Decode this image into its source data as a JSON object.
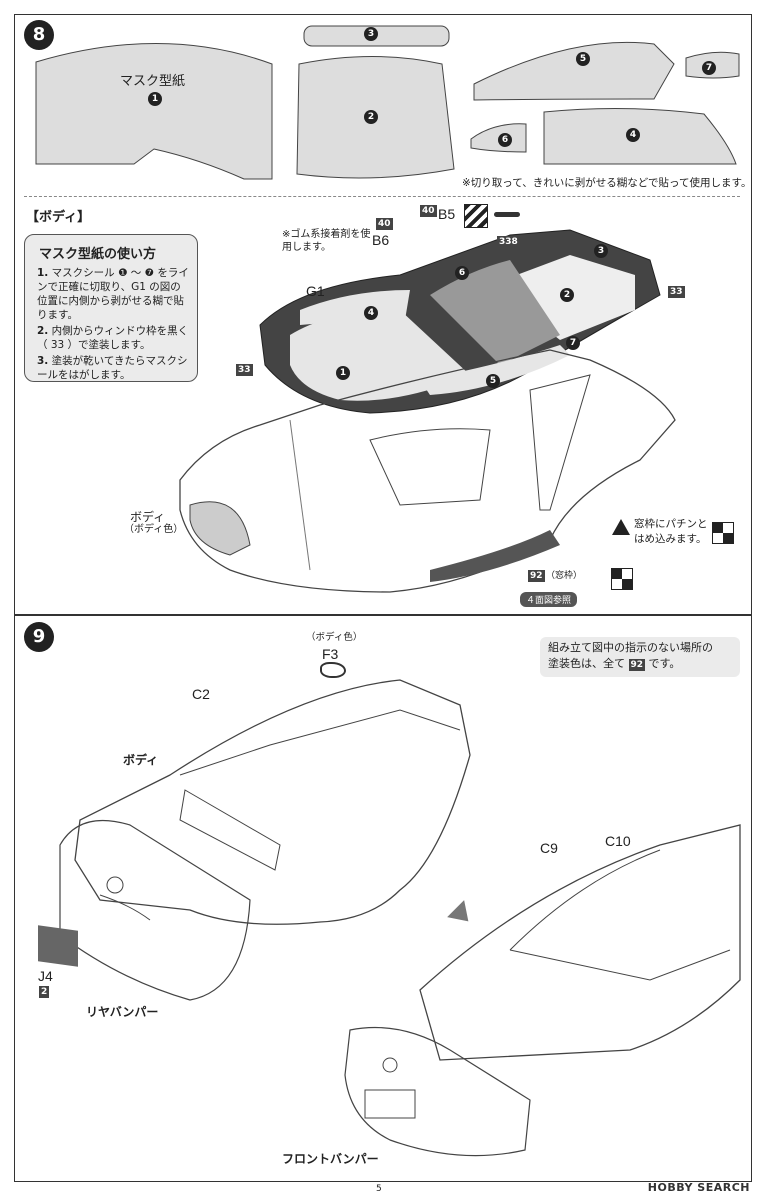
{
  "step8": {
    "number": "8",
    "mask_label": "マスク型紙",
    "pieces": [
      "1",
      "2",
      "3",
      "4",
      "5",
      "6",
      "7"
    ],
    "cut_note": "※切り取って、きれいに剥がせる糊などで貼って使用します。",
    "section_title": "【ボディ】",
    "howto": {
      "title": "マスク型紙の使い方",
      "steps": [
        {
          "n": "1.",
          "text": "マスクシール ❶ ～ ❼ をラインで正確に切取り、G1 の図の位置に内側から剥がせる糊で貼ります。"
        },
        {
          "n": "2.",
          "text": "内側からウィンドウ枠を黒く（ 33 ）で塗装します。"
        },
        {
          "n": "3.",
          "text": "塗装が乾いてきたらマスクシールをはがします。"
        }
      ]
    },
    "glue_note": "※ゴム系接着剤を使用します。",
    "part_g1": "G1",
    "part_b6": "B6",
    "part_b5": "B5",
    "paint_40": "40",
    "paint_40b": "40",
    "paint_338": "338",
    "paint_33": "33",
    "body_label": "ボディ",
    "body_color": "（ボディ色）",
    "snap_note": "窓枠にパチンとはめ込みます。",
    "paint_92": "92",
    "window_frame": "（窓枠）",
    "ref_note": "４面図参照"
  },
  "step9": {
    "number": "9",
    "f3_color": "（ボディ色）",
    "part_f3": "F3",
    "part_c2": "C2",
    "body_label": "ボディ",
    "paint_note_1": "組み立て図中の指示のない場所の",
    "paint_note_2": "塗装色は、全て",
    "paint_note_num": "92",
    "paint_note_3": "です。",
    "part_j4": "J4",
    "j4_paint": "2",
    "rear_bumper": "リヤバンパー",
    "part_c9": "C9",
    "part_c10": "C10",
    "front_bumper": "フロントバンパー"
  },
  "footer": {
    "page": "5",
    "watermark": "HOBBY SEARCH"
  }
}
